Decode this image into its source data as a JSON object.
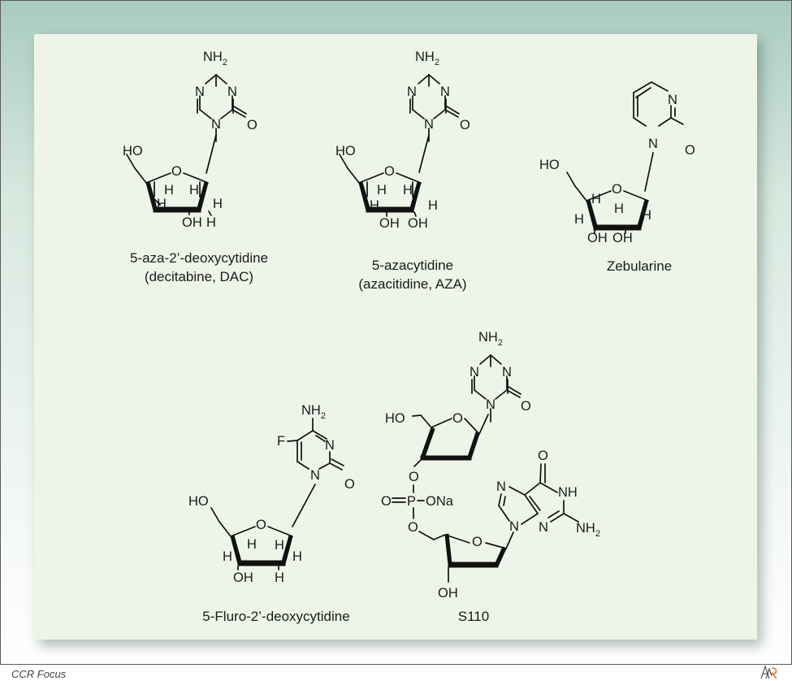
{
  "footer": {
    "journal": "CCR Focus",
    "logo_text": "AACR"
  },
  "atoms": {
    "NH2": "NH",
    "sub2": "2",
    "N": "N",
    "O": "O",
    "HO": "HO",
    "H": "H",
    "OH": "OH",
    "F": "F",
    "NH": "NH",
    "P": "P",
    "ONa": "ONa"
  },
  "molecules": [
    {
      "name": "5-aza-2’-deoxycytidine",
      "subname": "(decitabine, DAC)"
    },
    {
      "name": "5-azacytidine",
      "subname": "(azacitidine, AZA)"
    },
    {
      "name": "Zebularine"
    },
    {
      "name": "5-Fluro-2’-deoxycytidine"
    },
    {
      "name": "S110"
    }
  ],
  "colors": {
    "frame_top": "#a9cbbf",
    "panel": "#eef5e8",
    "ink": "#111111",
    "logo_orange": "#e07a2c"
  }
}
